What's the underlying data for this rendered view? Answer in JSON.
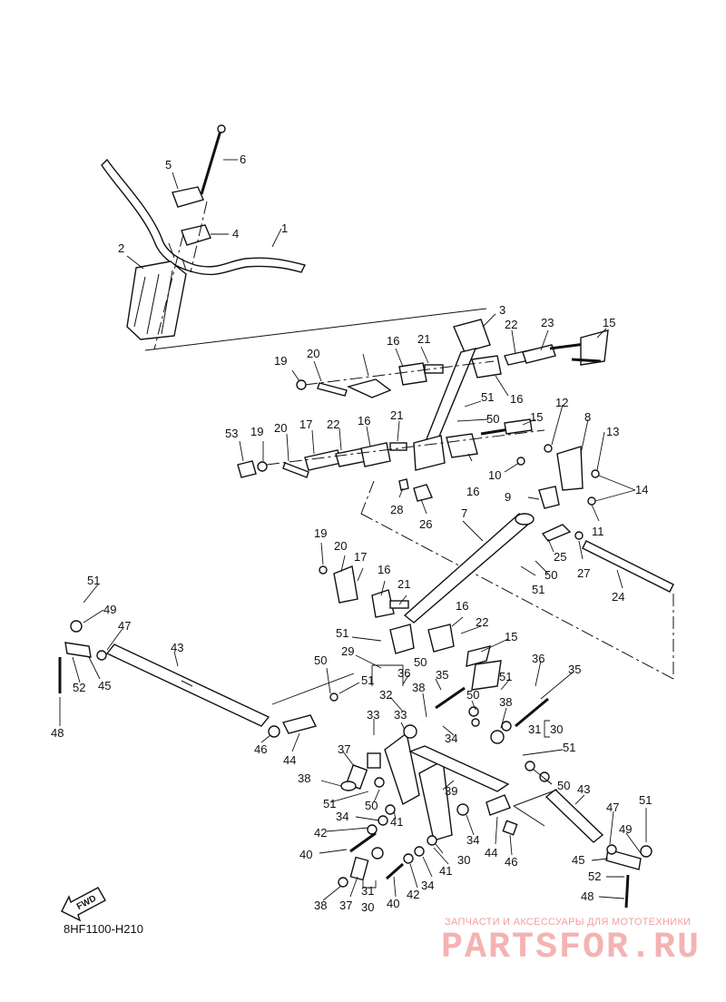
{
  "diagram_code": "8HF1100-H210",
  "fwd_label": "FWD",
  "watermark": {
    "subtitle": "ЗАПЧАСТИ И АКСЕССУАРЫ ДЛЯ МОТОТЕХНИКИ",
    "brand": "PARTSFOR.RU"
  },
  "callouts": [
    "1",
    "2",
    "3",
    "4",
    "5",
    "6",
    "7",
    "8",
    "9",
    "10",
    "11",
    "12",
    "13",
    "14",
    "15",
    "15",
    "15",
    "15",
    "16",
    "16",
    "16",
    "16",
    "16",
    "16",
    "17",
    "17",
    "19",
    "19",
    "19",
    "20",
    "20",
    "20",
    "21",
    "21",
    "21",
    "22",
    "22",
    "22",
    "23",
    "24",
    "25",
    "26",
    "27",
    "28",
    "29",
    "30",
    "30",
    "30",
    "31",
    "31",
    "31",
    "32",
    "33",
    "33",
    "34",
    "34",
    "34",
    "34",
    "35",
    "35",
    "36",
    "36",
    "37",
    "37",
    "38",
    "38",
    "38",
    "38",
    "39",
    "40",
    "40",
    "41",
    "41",
    "42",
    "42",
    "43",
    "43",
    "44",
    "44",
    "45",
    "45",
    "46",
    "46",
    "47",
    "47",
    "48",
    "48",
    "49",
    "49",
    "50",
    "50",
    "50",
    "50",
    "50",
    "50",
    "51",
    "51",
    "51",
    "51",
    "51",
    "51",
    "51",
    "51",
    "52",
    "52",
    "53"
  ]
}
